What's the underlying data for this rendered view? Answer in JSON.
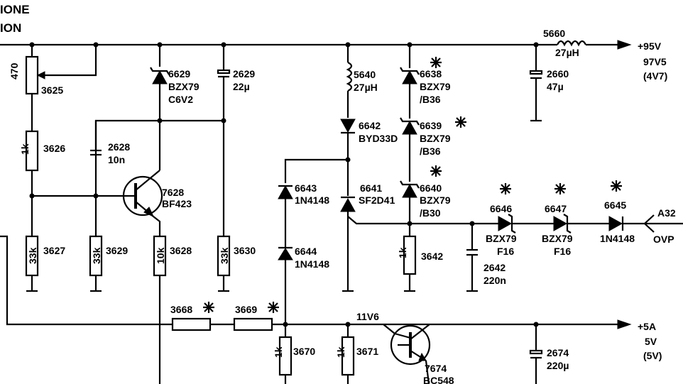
{
  "header": {
    "line1": "IONE",
    "line2": "ION"
  },
  "rails": {
    "plus95_label": "+95V",
    "plus95_sub1": "97V5",
    "plus95_sub2": "(4V7)",
    "plus5a_label": "+5A",
    "plus5a_sub1": "5V",
    "plus5a_sub2": "(5V)",
    "node_11v6": "11V6"
  },
  "connector": {
    "name": "A32",
    "signal": "OVP"
  },
  "components": {
    "r3625": {
      "ref": "3625",
      "value": "470"
    },
    "r3626": {
      "ref": "3626",
      "value": "1k"
    },
    "r3627": {
      "ref": "3627",
      "value": "33k"
    },
    "r3629": {
      "ref": "3629",
      "value": "33k"
    },
    "r3628": {
      "ref": "3628",
      "value": "10k"
    },
    "r3630": {
      "ref": "3630",
      "value": "33k"
    },
    "r3668": {
      "ref": "3668"
    },
    "r3669": {
      "ref": "3669"
    },
    "r3670": {
      "ref": "3670",
      "value": "1k"
    },
    "r3671": {
      "ref": "3671",
      "value": "1k"
    },
    "r3642": {
      "ref": "3642",
      "value": "1k"
    },
    "d6629": {
      "ref": "6629",
      "type": "BZX79",
      "value": "C6V2"
    },
    "c2629": {
      "ref": "2629",
      "value": "22µ"
    },
    "c2628": {
      "ref": "2628",
      "value": "10n"
    },
    "q7628": {
      "ref": "7628",
      "type": "BF423"
    },
    "l5640": {
      "ref": "5640",
      "value": "27µH"
    },
    "d6642": {
      "ref": "6642",
      "type": "BYD33D"
    },
    "d6641": {
      "ref": "6641",
      "type": "SF2D41"
    },
    "d6643": {
      "ref": "6643",
      "type": "1N4148"
    },
    "d6644": {
      "ref": "6644",
      "type": "1N4148"
    },
    "d6638": {
      "ref": "6638",
      "type": "BZX79",
      "value": "/B36"
    },
    "d6639": {
      "ref": "6639",
      "type": "BZX79",
      "value": "/B36"
    },
    "d6640": {
      "ref": "6640",
      "type": "BZX79",
      "value": "/B30"
    },
    "l5660": {
      "ref": "5660",
      "value": "27µH"
    },
    "c2660": {
      "ref": "2660",
      "value": "47µ"
    },
    "c2642": {
      "ref": "2642",
      "value": "220n"
    },
    "d6646": {
      "ref": "6646",
      "type": "BZX79",
      "value": "F16"
    },
    "d6647": {
      "ref": "6647",
      "type": "BZX79",
      "value": "F16"
    },
    "d6645": {
      "ref": "6645",
      "type": "1N4148"
    },
    "q7674": {
      "ref": "7674",
      "type": "BC548"
    },
    "c2674": {
      "ref": "2674",
      "value": "220µ"
    }
  }
}
